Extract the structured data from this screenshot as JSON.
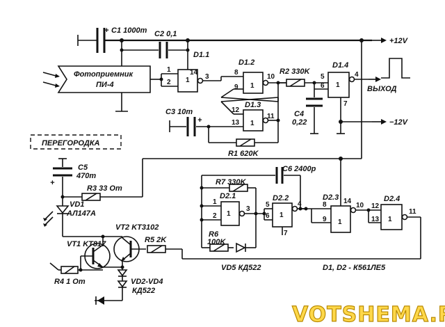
{
  "components": {
    "c1": "C1 1000m",
    "c2": "C2 0,1",
    "c3": "C3 10m",
    "c4_name": "C4",
    "c4_val": "0,22",
    "c5_name": "C5",
    "c5_val": "470m",
    "c6": "C6 2400p",
    "r1": "R1 620K",
    "r2": "R2 330K",
    "r3": "R3 33 Om",
    "r4": "R4  1 Om",
    "r5": "R5 2K",
    "r6_name": "R6",
    "r6_val": "100K",
    "r7": "R7 330K",
    "d11": "D1.1",
    "d12": "D1.2",
    "d13": "D1.3",
    "d14": "D1.4",
    "d21": "D2.1",
    "d22": "D2.2",
    "d23": "D2.3",
    "d24": "D2.4",
    "vd1_name": "VD1",
    "vd1_type": "АЛ147А",
    "vt1": "VT1 KT817",
    "vt2": "VT2 KT3102",
    "vd24_name": "VD2-VD4",
    "vd24_type": "КД522",
    "vd5": "VD5 КД522",
    "ic_types": "D1, D2 - К561ЛЕ5"
  },
  "labels": {
    "photoreceiver_line1": "Фотоприемник",
    "photoreceiver_line2": "ПИ-4",
    "partition": "ПЕРЕГОРОДКА",
    "vplus": "+12V",
    "vminus": "−12V",
    "output": "ВЫХОД",
    "plus_c1": "+",
    "plus_c3": "+",
    "plus_c5": "+",
    "watermark": "VOTSHEMA.RU"
  },
  "pins": {
    "d11_in1": "1",
    "d11_in2": "2",
    "d11_vdd": "14",
    "d11_out": "3",
    "d12_in1": "8",
    "d12_in2": "9",
    "d12_out": "10",
    "d13_in1": "12",
    "d13_in2": "13",
    "d13_out": "11",
    "d14_in1": "5",
    "d14_in2": "6",
    "d14_out": "4",
    "d14_gnd": "7",
    "d21_in1": "1",
    "d21_in2": "2",
    "d21_out": "3",
    "d22_in1": "5",
    "d22_in2": "6",
    "d22_out": "4",
    "d22_gnd": "7",
    "d23_in1": "8",
    "d23_in2": "9",
    "d23_vdd": "14",
    "d23_out": "10",
    "d24_in1": "12",
    "d24_in2": "13",
    "d24_out": "11",
    "gate_mark": "1"
  }
}
